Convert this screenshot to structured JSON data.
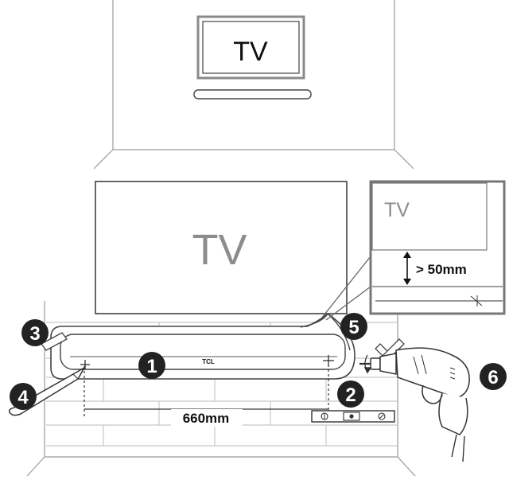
{
  "room": {
    "tv_label": "TV"
  },
  "wall": {
    "tv_label": "TV",
    "soundbar_brand": "TCL"
  },
  "inset": {
    "tv_label": "TV",
    "clearance_label": "> 50mm"
  },
  "measurement": {
    "hole_distance_label": "660mm"
  },
  "steps": [
    {
      "number": "1"
    },
    {
      "number": "2"
    },
    {
      "number": "3"
    },
    {
      "number": "4"
    },
    {
      "number": "5"
    },
    {
      "number": "6"
    }
  ]
}
